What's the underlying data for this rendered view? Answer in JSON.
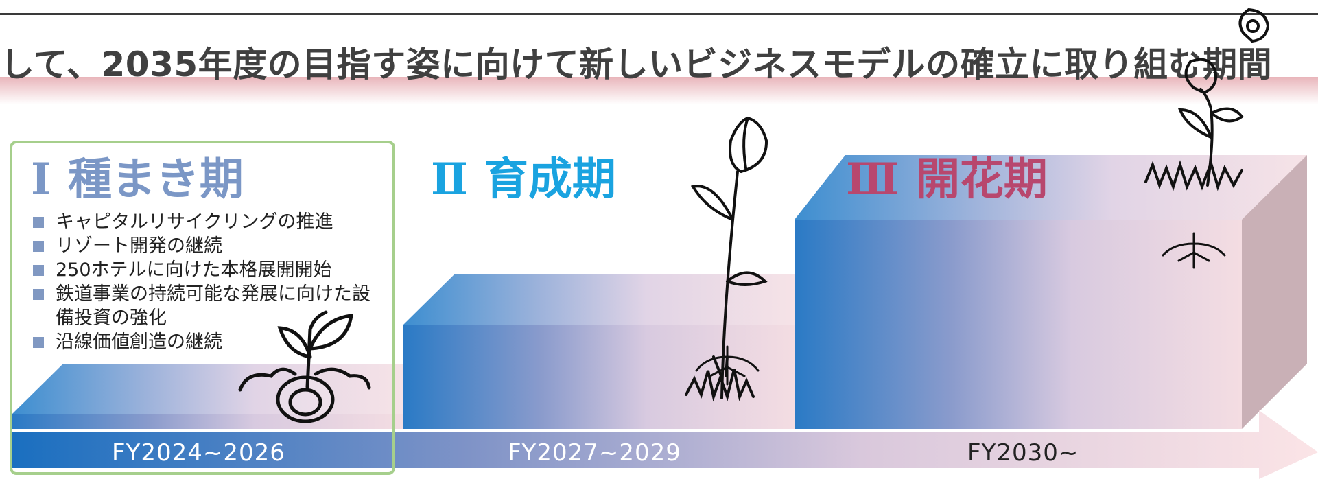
{
  "headline": "して、2035年度の目指す姿に向けて新しいビジネスモデルの確立に取り組む期間",
  "phases": [
    {
      "numeral": "Ⅰ",
      "name": "種まき期",
      "period": "FY2024~2026",
      "color": "#7b97c6",
      "items": [
        "キャピタルリサイクリングの推進",
        "リゾート開発の継続",
        "250ホテルに向けた本格展開開始",
        "鉄道事業の持続可能な発展に向けた設備投資の強化",
        "沿線価値創造の継続"
      ]
    },
    {
      "numeral": "Ⅱ",
      "name": "育成期",
      "period": "FY2027~2029",
      "color": "#1aa3e0"
    },
    {
      "numeral": "Ⅲ",
      "name": "開花期",
      "period": "FY2030~",
      "color": "#b8476e"
    }
  ],
  "colors": {
    "arrow_start": "#1a6fc0",
    "arrow_end": "#fbe4e6",
    "frame": "#a6cf8c",
    "bullet": "#8098c2"
  },
  "icons": [
    "sprout-icon",
    "tulip-icon",
    "flower-icon",
    "roots-icon"
  ]
}
